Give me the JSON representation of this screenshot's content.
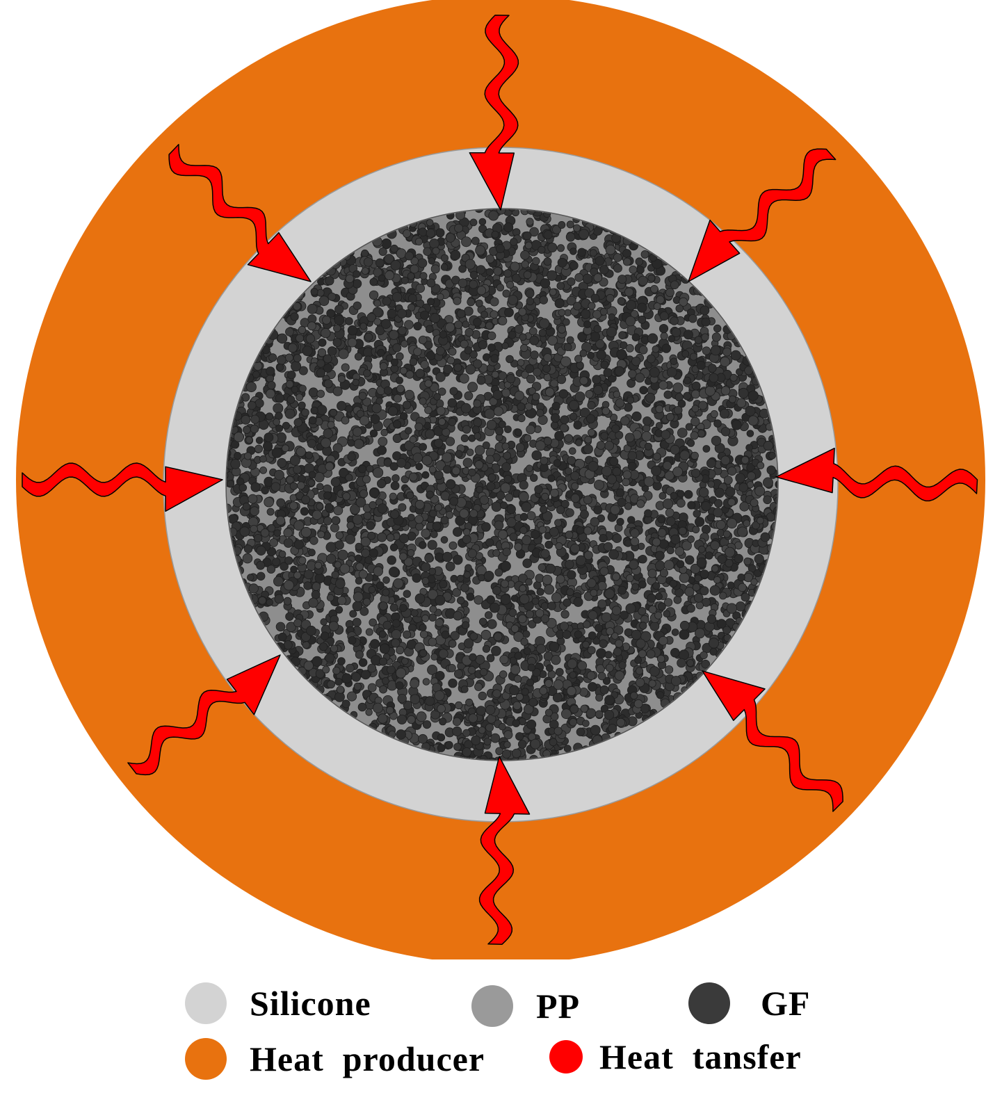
{
  "colors": {
    "heat_producer": "#E8720F",
    "silicone": "#D3D3D3",
    "pp": "#9A9A9A",
    "gf": "#3A3A3A",
    "heat_transfer": "#FF0000"
  },
  "legend": {
    "silicone": "Silicone",
    "pp": "PP",
    "gf": "GF",
    "heat_producer": "Heat  producer",
    "heat_transfer": "Heat  tansfer"
  }
}
